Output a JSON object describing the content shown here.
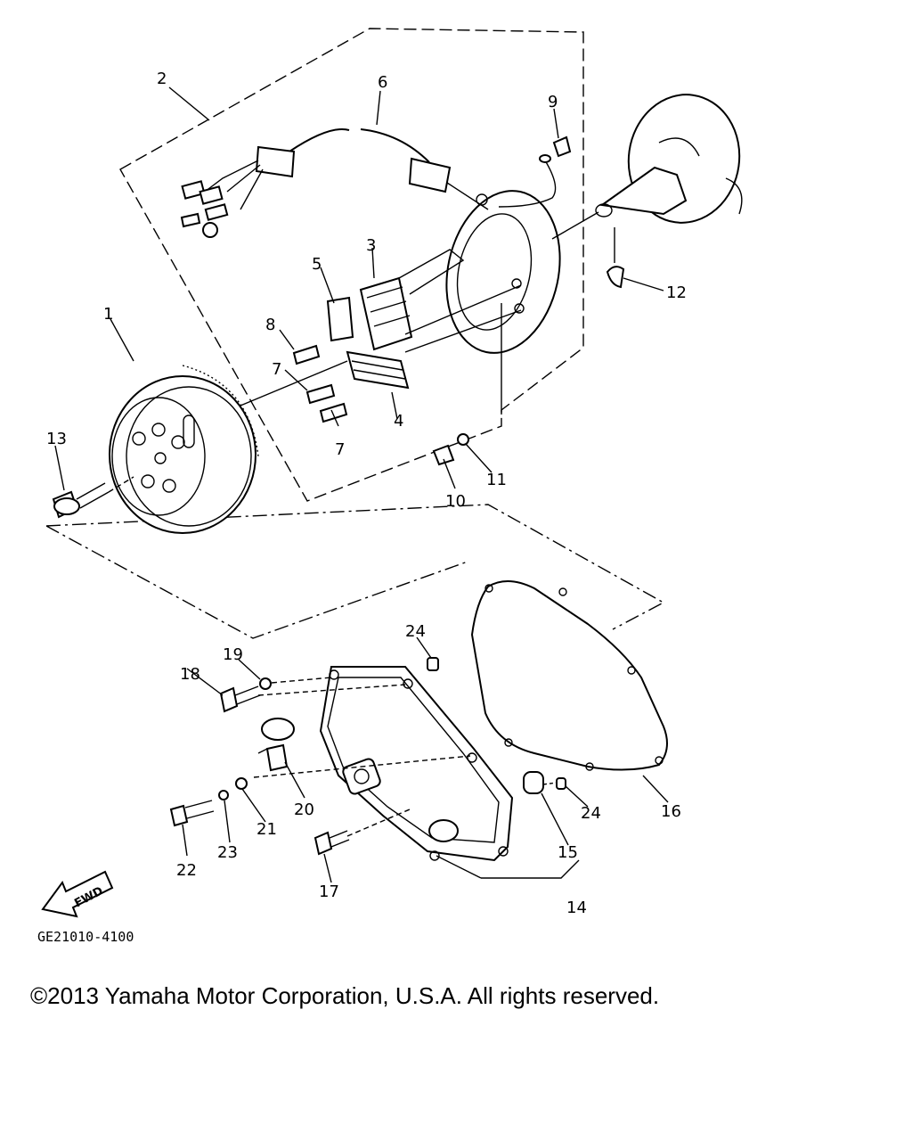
{
  "callouts": {
    "c1": "1",
    "c2": "2",
    "c3": "3",
    "c4": "4",
    "c5": "5",
    "c6": "6",
    "c7a": "7",
    "c7b": "7",
    "c8": "8",
    "c9": "9",
    "c10": "10",
    "c11": "11",
    "c12": "12",
    "c13": "13",
    "c14": "14",
    "c15": "15",
    "c16": "16",
    "c17": "17",
    "c18": "18",
    "c19": "19",
    "c20": "20",
    "c21": "21",
    "c22": "22",
    "c23": "23",
    "c24a": "24",
    "c24b": "24"
  },
  "fwd_label": "FWD",
  "diagram_code": "GE21010-4100",
  "copyright": "©2013 Yamaha Motor Corporation, U.S.A. All rights reserved."
}
